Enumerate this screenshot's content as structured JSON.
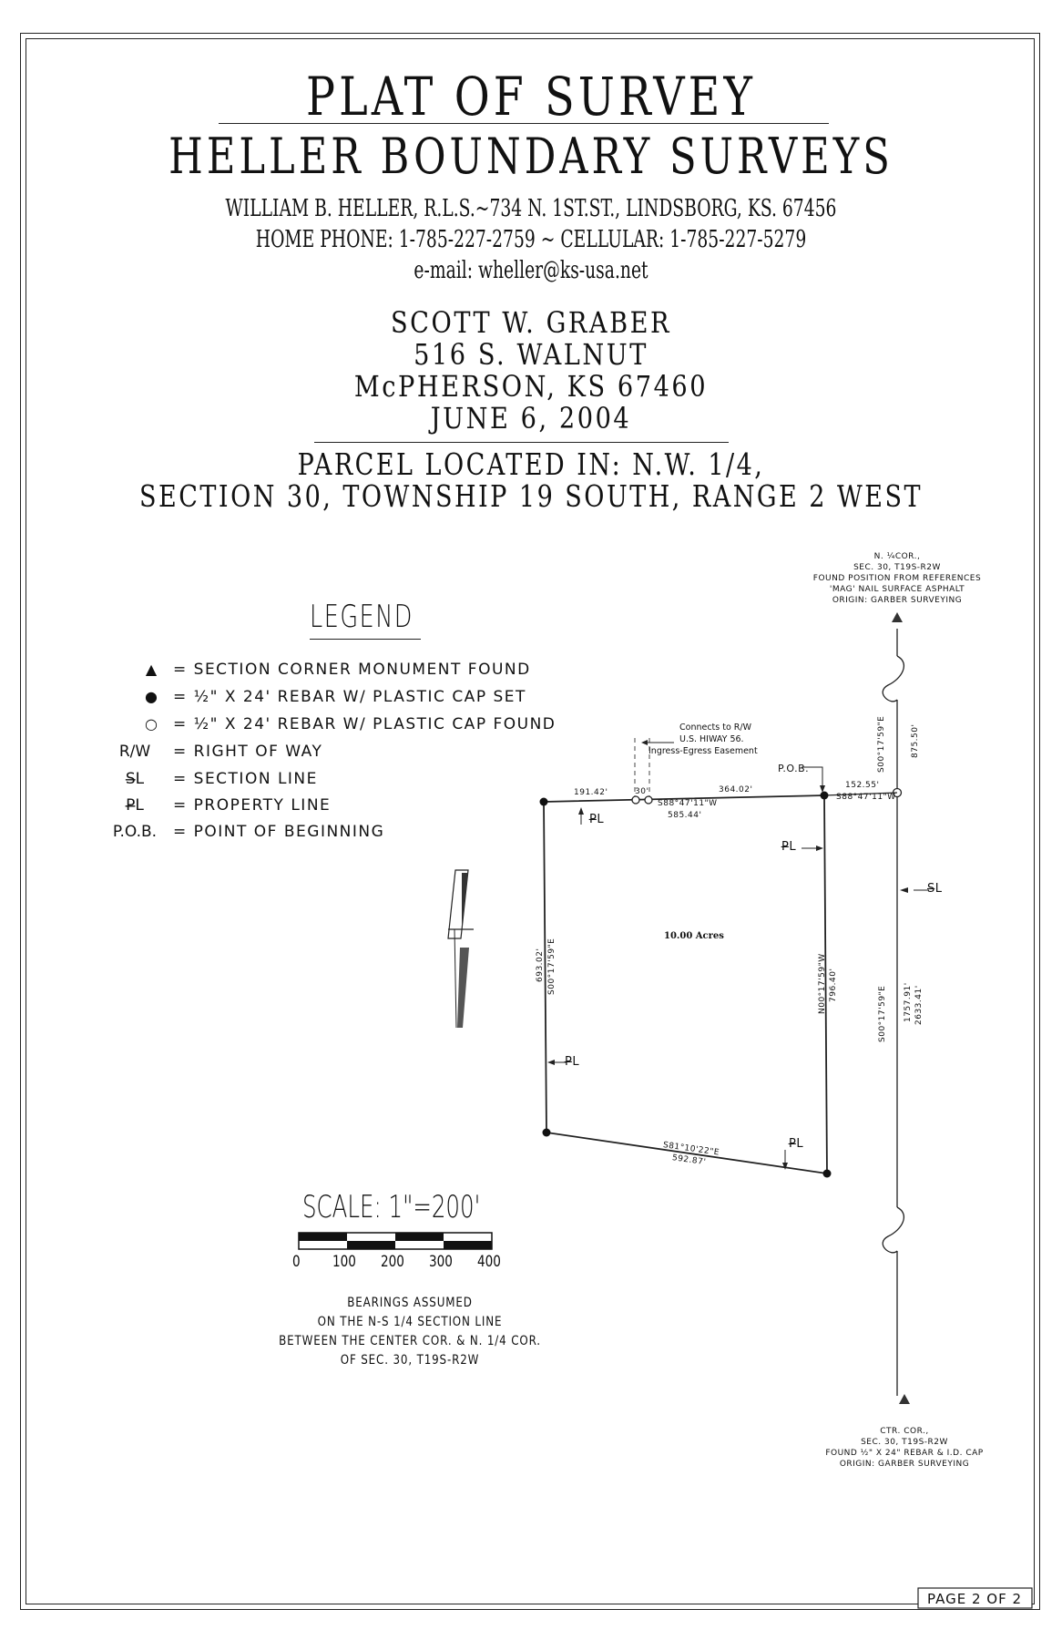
{
  "title": {
    "line1": "PLAT OF SURVEY",
    "line2": "HELLER BOUNDARY SURVEYS"
  },
  "surveyor": {
    "line1": "WILLIAM B. HELLER, R.L.S.~734 N. 1ST.ST., LINDSBORG, KS. 67456",
    "line2": "HOME PHONE: 1-785-227-2759 ~ CELLULAR: 1-785-227-5279",
    "line3": "e-mail: wheller@ks-usa.net"
  },
  "client": {
    "name": "SCOTT W. GRABER",
    "street": "516 S. WALNUT",
    "city": "McPHERSON, KS 67460",
    "date": "JUNE 6, 2004"
  },
  "parcel": {
    "line1": "PARCEL LOCATED IN: N.W. 1/4,",
    "line2": "SECTION 30, TOWNSHIP 19 SOUTH, RANGE 2 WEST"
  },
  "legend": {
    "heading": "LEGEND",
    "items": [
      {
        "symbol": "▲",
        "text": "= SECTION CORNER MONUMENT FOUND"
      },
      {
        "symbol": "●",
        "text": "= ½\" X 24' REBAR W/ PLASTIC CAP SET"
      },
      {
        "symbol": "○",
        "text": "= ½\" X 24' REBAR W/ PLASTIC CAP FOUND"
      },
      {
        "symbol": "R/W",
        "text": "= RIGHT OF WAY"
      },
      {
        "symbol": "S̶L",
        "text": "= SECTION LINE"
      },
      {
        "symbol": "P̶L",
        "text": "= PROPERTY LINE"
      },
      {
        "symbol": "P.O.B.",
        "text": "= POINT OF BEGINNING"
      }
    ]
  },
  "north_corner": {
    "line1": "N. ¼COR.,",
    "line2": "SEC. 30, T19S-R2W",
    "line3": "FOUND POSITION FROM REFERENCES",
    "line4": "'MAG' NAIL SURFACE ASPHALT",
    "line5": "ORIGIN: GARBER SURVEYING"
  },
  "center_corner": {
    "line1": "CTR. COR.,",
    "line2": "SEC. 30, T19S-R2W",
    "line3": "FOUND ½\" X 24\" REBAR & I.D. CAP",
    "line4": "ORIGIN: GARBER SURVEYING"
  },
  "easement": {
    "line1": "Connects to R/W",
    "line2": "U.S. HIWAY 56.",
    "line3": "Ingress-Egress Easement"
  },
  "labels": {
    "pob": "P.O.B.",
    "acres": "10.00 Acres",
    "north_bearing": "S88°47'11\"W",
    "north_total": "585.44'",
    "north_left": "191.42'",
    "north_gap": "30'",
    "north_right": "364.02'",
    "pob_dist": "152.55'",
    "pob_bearing": "S88°47'11\"W",
    "west_dist": "693.02'",
    "west_bearing": "S00°17'59\"E",
    "east_bearing": "N00°17'59\"W",
    "east_dist": "796.40'",
    "south_bearing": "S81°10'22\"E",
    "south_dist": "592.87'",
    "sec_top_bearing": "S00°17'59\"E",
    "sec_top_dist": "875.50'",
    "sec_bot_bearing": "S00°17'59\"E",
    "sec_bot_dist1": "1757.91'",
    "sec_bot_dist2": "2633.41'",
    "pl": "P̶L",
    "sl": "S̶L"
  },
  "scale": {
    "title": "SCALE: 1\"=200'",
    "ticks": [
      "0",
      "100",
      "200",
      "300",
      "400"
    ]
  },
  "notes": {
    "line1": "BEARINGS ASSUMED",
    "line2": "ON THE N-S 1/4 SECTION LINE",
    "line3": "BETWEEN THE CENTER COR. & N. 1/4 COR.",
    "line4": "OF SEC. 30, T19S-R2W"
  },
  "page": "PAGE 2 OF 2"
}
